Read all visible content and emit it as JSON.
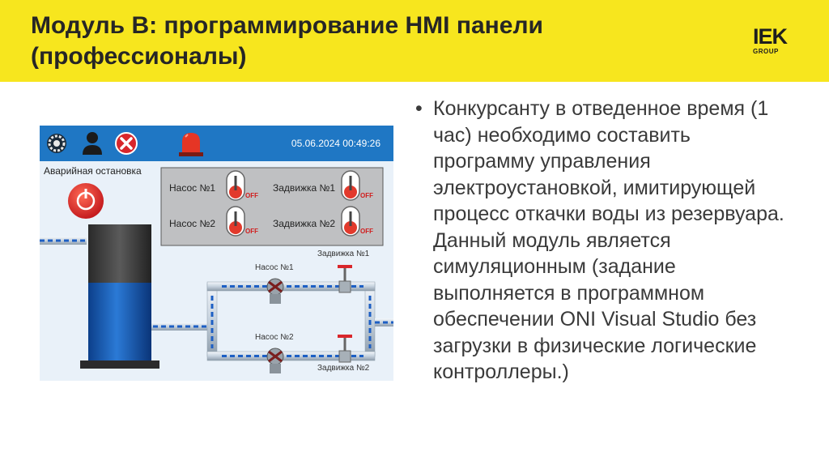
{
  "slide": {
    "title_line1": "Модуль В: программирование HMI панели",
    "title_line2": "(профессионалы)",
    "logo_text": "IEK",
    "logo_subtext": "GROUP",
    "bullet_marker": "•",
    "bullet_text": "Конкурсанту в отведенное время (1 час) необходимо составить программу управления электроустановкой, имитирующей процесс откачки воды из резервуара. Данный модуль является симуляционным (задание выполняется в программном обеспечении ONI Visual Studio без загрузки в физические логические контроллеры.)"
  },
  "hmi": {
    "datetime": "05.06.2024 00:49:26",
    "emergency_label": "Аварийная остановка",
    "pump1_label": "Насос №1",
    "pump2_label": "Насос №2",
    "valve1_label": "Задвижка №1",
    "valve2_label": "Задвижка №2",
    "switch_state": "OFF",
    "diagram_pump1": "Насос №1",
    "diagram_pump2": "Насос №2",
    "diagram_valve1": "Задвижка №1",
    "diagram_valve2": "Задвижка №2",
    "toolbar_icons": [
      "gear-icon",
      "user-icon",
      "close-icon",
      "alarm-icon"
    ],
    "colors": {
      "header_yellow": "#f7e61e",
      "hmi_blue": "#1f77c4",
      "tank_blue": "#1a5fb4",
      "alarm_red": "#e02020"
    }
  }
}
